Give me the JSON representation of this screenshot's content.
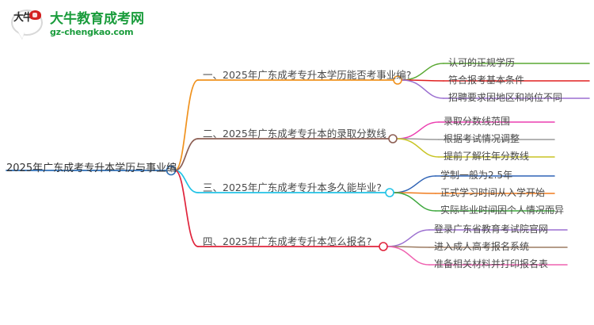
{
  "logo": {
    "mark_text": "大牛",
    "title": "大牛教育成考网",
    "subtitle": "gz-chengkao.com",
    "brand_color": "#1a9c3c",
    "accent_color": "#d32020"
  },
  "mindmap": {
    "root": {
      "label": "2025年广东成考专升本学历与事业编",
      "line_color": "#2f6fb5",
      "node_color": "#2f6fb5"
    },
    "branches": [
      {
        "label": "一、2025年广东成考专升本学历能否考事业编?",
        "line_color": "#f0921e",
        "node_color": "#f0921e",
        "children": [
          {
            "label": "认可的正规学历",
            "line_color": "#5aa832"
          },
          {
            "label": "符合报考基本条件",
            "line_color": "#e02020"
          },
          {
            "label": "招聘要求因地区和岗位不同",
            "line_color": "#9b6fd0"
          }
        ]
      },
      {
        "label": "二、2025年广东成考专升本的录取分数线",
        "line_color": "#8d5f54",
        "node_color": "#8d5f54",
        "children": [
          {
            "label": "录取分数线范围",
            "line_color": "#ec3fb0"
          },
          {
            "label": "根据考试情况调整",
            "line_color": "#9a9a9a"
          },
          {
            "label": "提前了解往年分数线",
            "line_color": "#c8c423"
          }
        ]
      },
      {
        "label": "三、2025年广东成考专升本多久能毕业?",
        "line_color": "#22c3e6",
        "node_color": "#22c3e6",
        "children": [
          {
            "label": "学制一般为2.5年",
            "line_color": "#2f63b5"
          },
          {
            "label": "正式学习时间从入学开始",
            "line_color": "#f07c1e"
          },
          {
            "label": "实际毕业时间因个人情况而异",
            "line_color": "#3fa83f"
          }
        ]
      },
      {
        "label": "四、2025年广东成考专升本怎么报名?",
        "line_color": "#e0243c",
        "node_color": "#e0243c",
        "children": [
          {
            "label": "登录广东省教育考试院官网",
            "line_color": "#9b6fd0"
          },
          {
            "label": "进入成人高考报名系统",
            "line_color": "#9c7b62"
          },
          {
            "label": "准备相关材料并打印报名表",
            "line_color": "#ef62b0"
          }
        ]
      }
    ]
  }
}
